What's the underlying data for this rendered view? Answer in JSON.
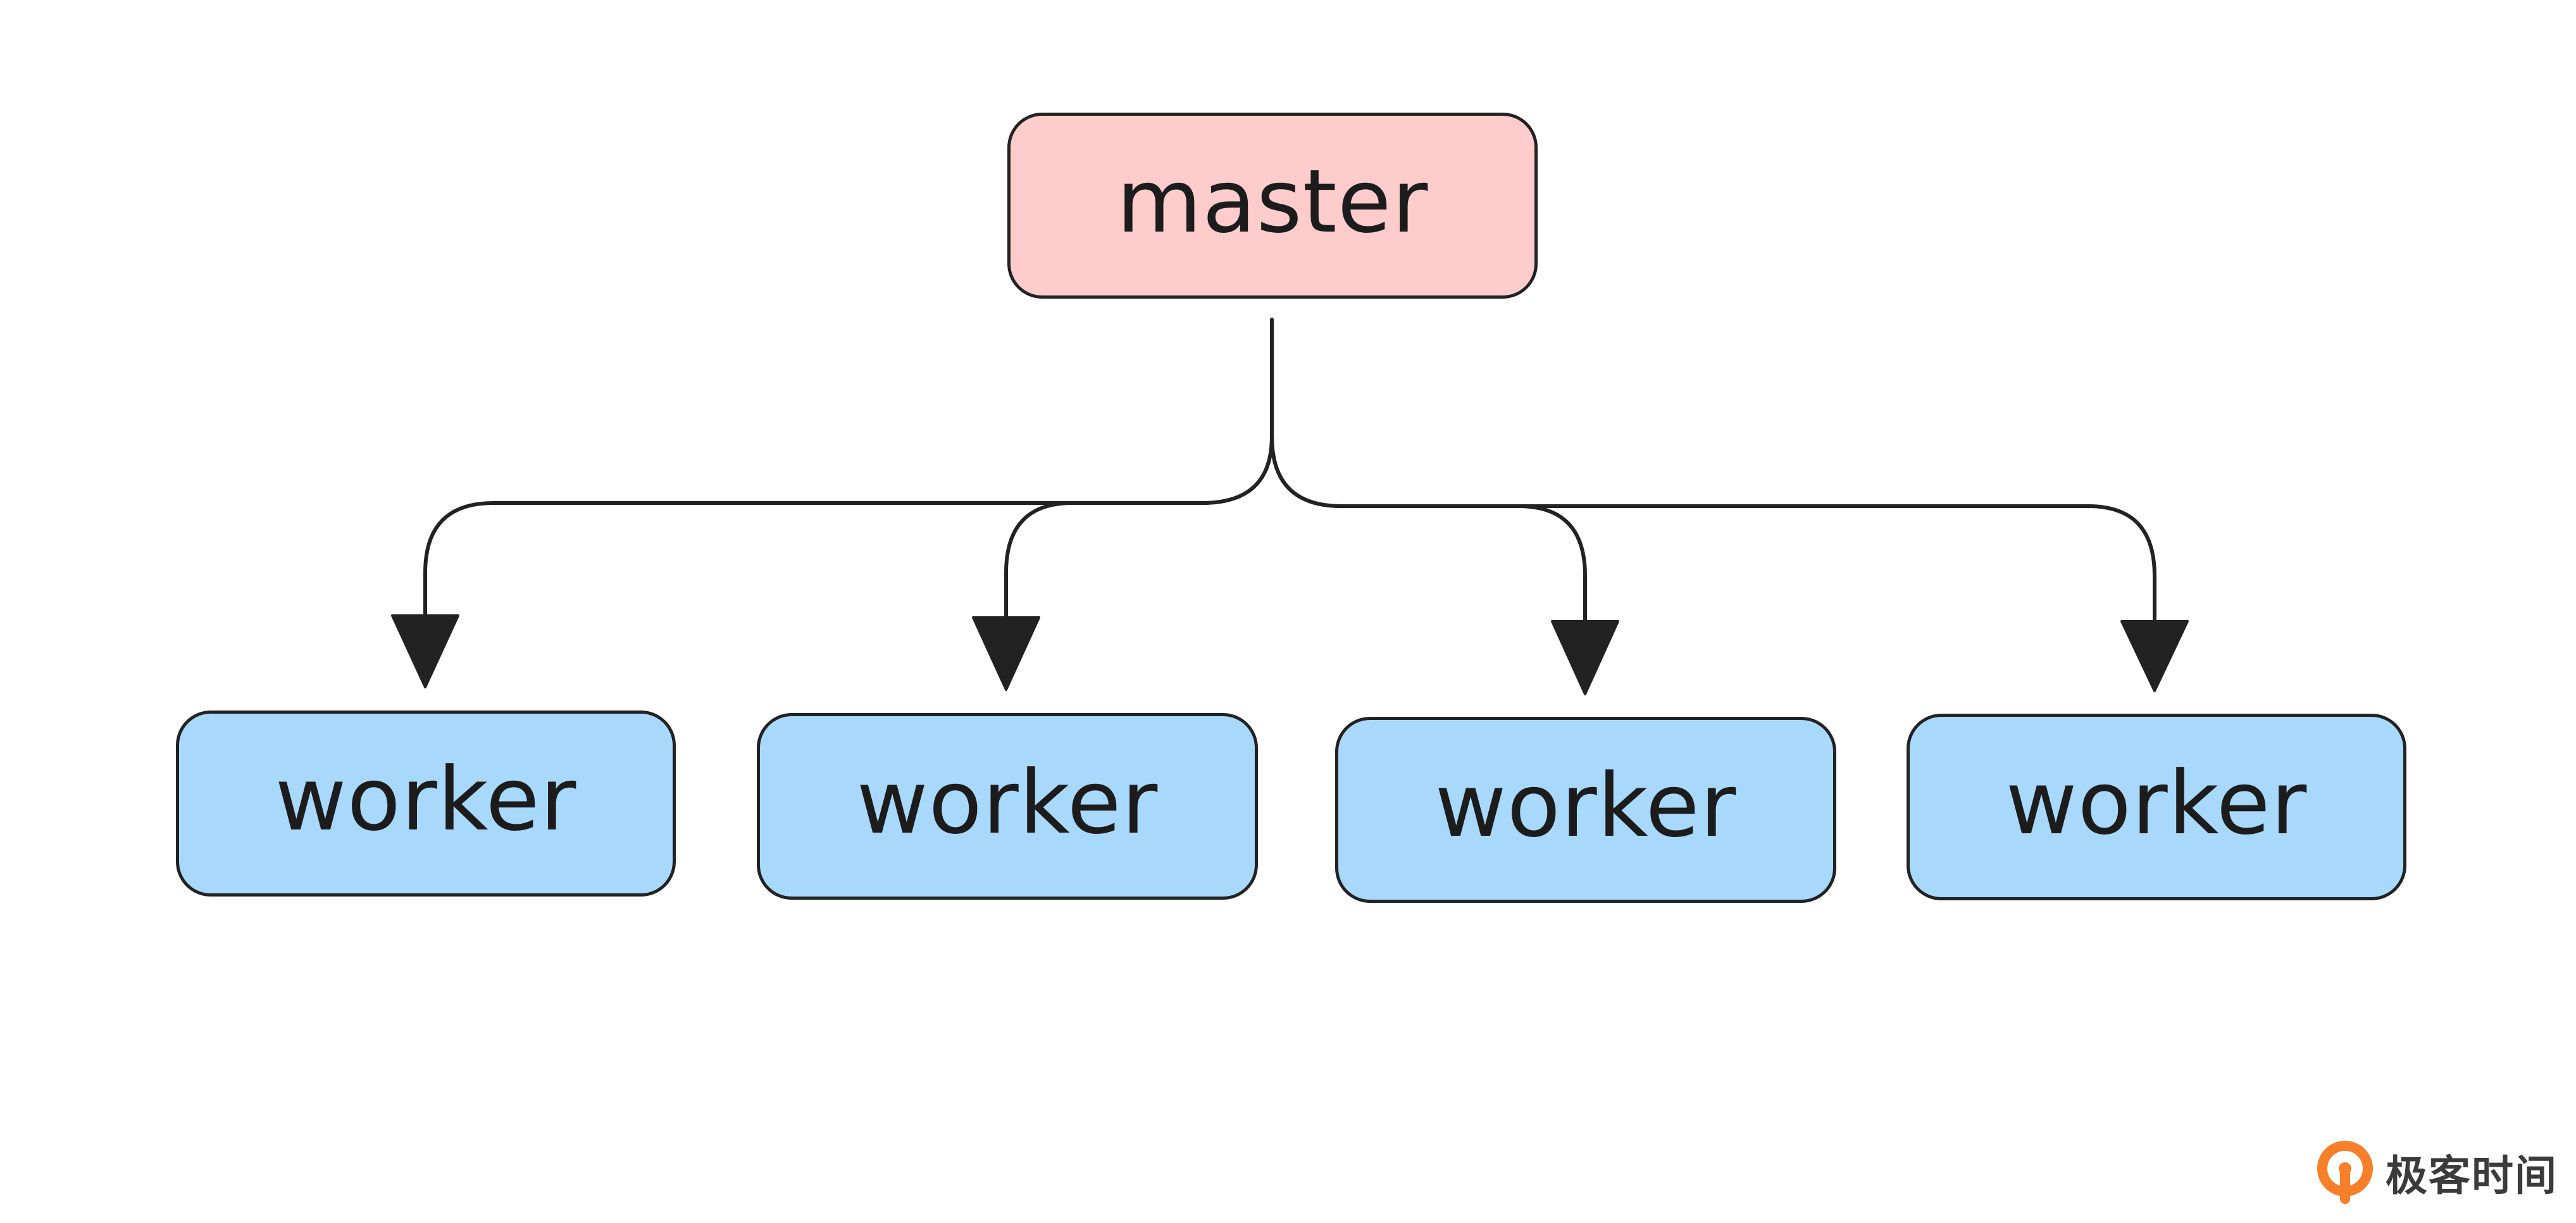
{
  "diagram": {
    "root": {
      "label": "master",
      "fill": "#ffcccc"
    },
    "children": [
      {
        "label": "worker",
        "fill": "#a8d8fc"
      },
      {
        "label": "worker",
        "fill": "#a8d8fc"
      },
      {
        "label": "worker",
        "fill": "#a8d8fc"
      },
      {
        "label": "worker",
        "fill": "#a8d8fc"
      }
    ],
    "edge_color": "#222222"
  },
  "watermark": {
    "text": "极客时间",
    "icon": "geektime-logo-icon",
    "accent": "#f77f2a"
  }
}
